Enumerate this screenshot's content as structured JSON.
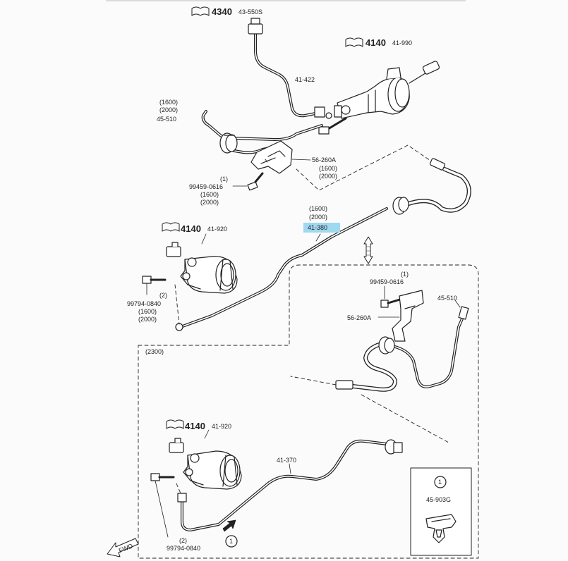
{
  "labels": {
    "ref_4340": "4340",
    "p43_550s": "43-550S",
    "ref_4140_top": "4140",
    "p41_990": "41-990",
    "p41_422": "41-422",
    "v1600_a": "(1600)",
    "v2000_a": "(2000)",
    "p45_510_a": "45-510",
    "p56_260a_a": "56-260A",
    "v1600_b": "(1600)",
    "v2000_b": "(2000)",
    "q1_a": "(1)",
    "p99459_a": "99459-0616",
    "v1600_c": "(1600)",
    "v2000_c": "(2000)",
    "v1600_d": "(1600)",
    "v2000_d": "(2000)",
    "p41_380": "41-380",
    "ref_4140_mid": "4140",
    "p41_920_a": "41-920",
    "q2_a": "(2)",
    "p99794_a": "99794-0840",
    "v1600_e": "(1600)",
    "v2000_e": "(2000)",
    "q1_b": "(1)",
    "p99459_b": "99459-0616",
    "p45_510_b": "45-510",
    "p56_260a_b": "56-260A",
    "v2300": "(2300)",
    "ref_4140_low": "4140",
    "p41_920_b": "41-920",
    "p41_370": "41-370",
    "q2_b": "(2)",
    "p99794_b": "99794-0840",
    "callout_1": "1",
    "legend_num": "1",
    "p45_903g": "45-903G",
    "fwd": "FWD"
  },
  "colors": {
    "line": "#222222",
    "highlight": "#9fd8f0",
    "background": "#fbfbfb"
  },
  "icons": [
    "book-ref-icon",
    "front-arrow-icon",
    "up-down-arrow-icon",
    "callout-arrow-icon",
    "clip-icon"
  ]
}
